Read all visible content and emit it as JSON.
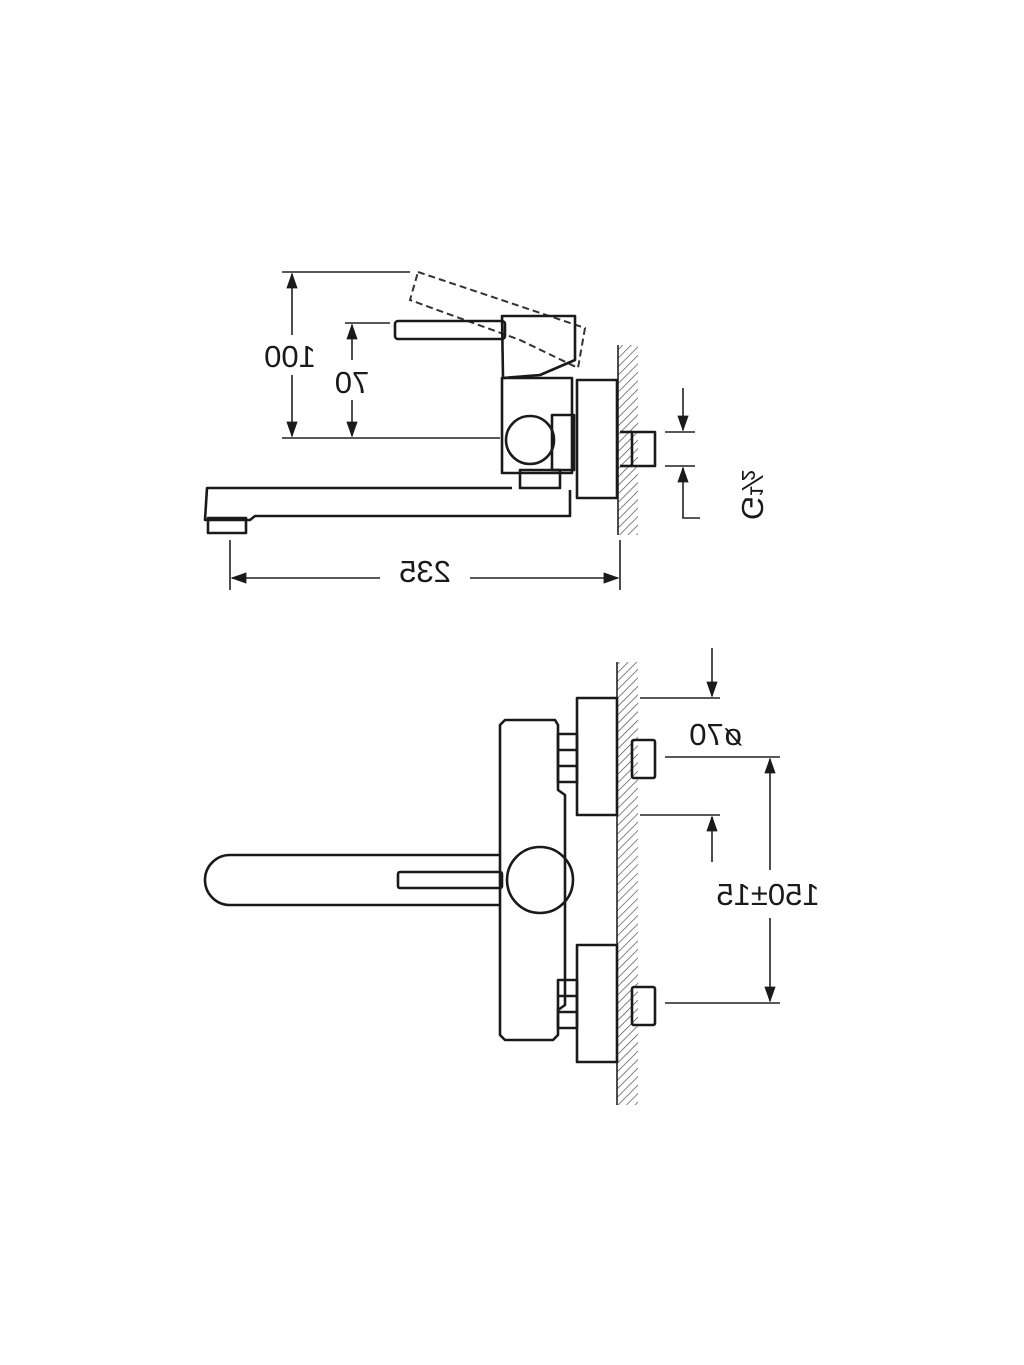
{
  "side_view": {
    "dim_lever_raised": "100",
    "dim_lever_height": "70",
    "dim_projection": "235",
    "dim_thread": "G½"
  },
  "front_view": {
    "dim_plate_diameter": "ø70",
    "dim_centre_distance": "150±15"
  },
  "colors": {
    "line": "#1a1a1a",
    "background": "#ffffff"
  }
}
